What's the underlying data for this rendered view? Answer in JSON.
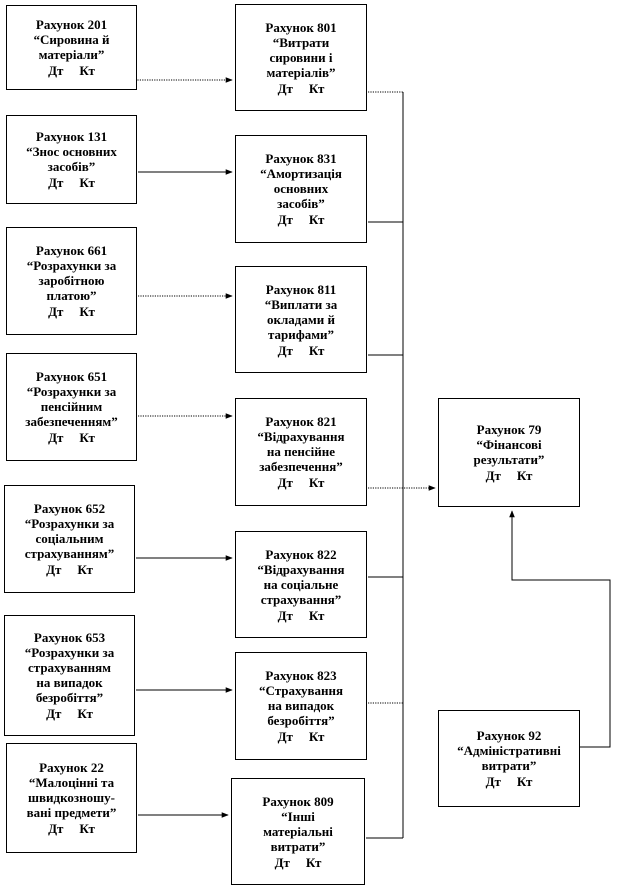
{
  "debit": "Дт",
  "credit": "Кт",
  "left_boxes": [
    {
      "title": "Рахунок 201",
      "name": "“Сировина й\nматеріали”"
    },
    {
      "title": "Рахунок 131",
      "name": "“Знос основних\nзасобів”"
    },
    {
      "title": "Рахунок 661",
      "name": "“Розрахунки за\nзаробітною\nплатою”"
    },
    {
      "title": "Рахунок 651",
      "name": "“Розрахунки за\nпенсійним\nзабезпеченням”"
    },
    {
      "title": "Рахунок 652",
      "name": "“Розрахунки за\nсоціальним\nстрахуванням”"
    },
    {
      "title": "Рахунок 653",
      "name": "“Розрахунки за\nстрахуванням\nна випадок\nбезробіття”"
    },
    {
      "title": "Рахунок 22",
      "name": "“Малоцінні та\nшвидкозношу-\nвані предмети”"
    }
  ],
  "middle_boxes": [
    {
      "title": "Рахунок 801",
      "name": "“Витрати\nсировини і\nматеріалів”"
    },
    {
      "title": "Рахунок 831",
      "name": "“Амортизація\nосновних\nзасобів”"
    },
    {
      "title": "Рахунок 811",
      "name": "“Виплати за\nокладами й\nтарифами”"
    },
    {
      "title": "Рахунок 821",
      "name": "“Відрахування\nна пенсійне\nзабезпечення”"
    },
    {
      "title": "Рахунок 822",
      "name": "“Відрахування\nна соціальне\nстрахування”"
    },
    {
      "title": "Рахунок 823",
      "name": "“Страхування\nна випадок\nбезробіття”"
    },
    {
      "title": "Рахунок 809",
      "name": "“Інші\nматеріальні\nвитрати”"
    }
  ],
  "result_box": {
    "title": "Рахунок 79",
    "name": "“Фінансові\nрезультати”"
  },
  "admin_box": {
    "title": "Рахунок 92",
    "name": "“Адміністративні\nвитрати”"
  }
}
